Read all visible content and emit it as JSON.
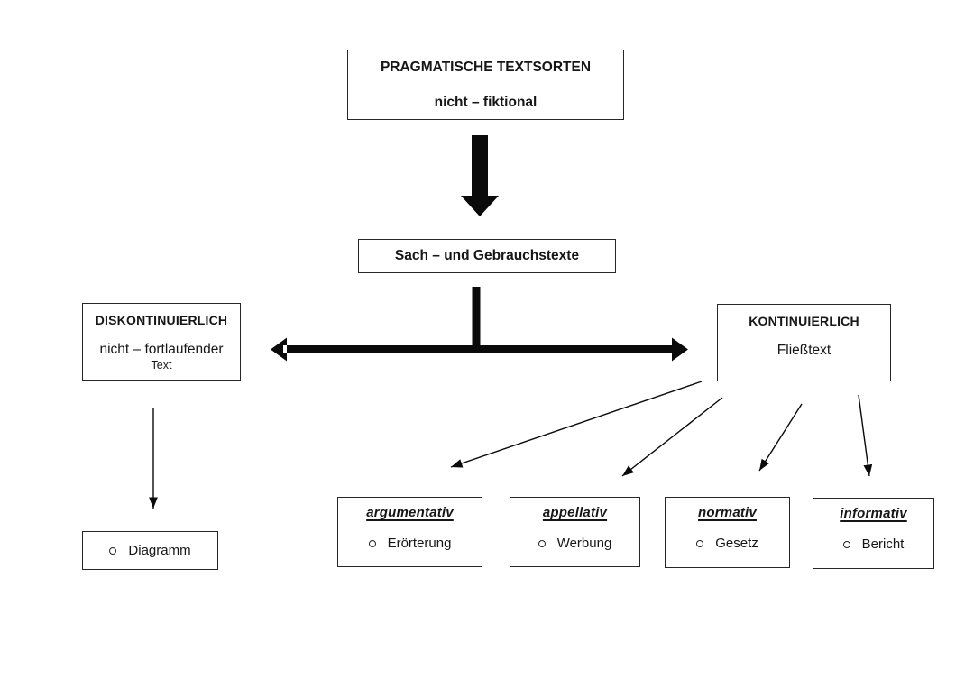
{
  "diagram": {
    "root": {
      "title": "PRAGMATISCHE TEXTSORTEN",
      "subtitle": "nicht – fiktional"
    },
    "level2": {
      "title": "Sach – und Gebrauchstexte"
    },
    "diskontinuierlich": {
      "title": "DISKONTINUIERLICH",
      "line2": "nicht – fortlaufender",
      "line3": "Text"
    },
    "kontinuierlich": {
      "title": "KONTINUIERLICH",
      "line2": "Fließtext"
    },
    "diagramm": {
      "label": "Diagramm"
    },
    "categories": [
      {
        "title": "argumentativ",
        "example": "Erörterung"
      },
      {
        "title": "appellativ",
        "example": "Werbung"
      },
      {
        "title": "normativ",
        "example": "Gesetz"
      },
      {
        "title": "informativ",
        "example": "Bericht"
      }
    ],
    "edges": [
      {
        "from": "pragmatische-textsorten",
        "to": "sach-und-gebrauchstexte",
        "style": "thick-down-arrow"
      },
      {
        "from": "sach-und-gebrauchstexte",
        "to": "diskontinuierlich",
        "style": "thick-double-headed-arrow"
      },
      {
        "from": "sach-und-gebrauchstexte",
        "to": "kontinuierlich",
        "style": "thick-double-headed-arrow"
      },
      {
        "from": "diskontinuierlich",
        "to": "diagramm",
        "style": "thin-arrow"
      },
      {
        "from": "kontinuierlich",
        "to": "argumentativ",
        "style": "thin-arrow"
      },
      {
        "from": "kontinuierlich",
        "to": "appellativ",
        "style": "thin-arrow"
      },
      {
        "from": "kontinuierlich",
        "to": "normativ",
        "style": "thin-arrow"
      },
      {
        "from": "kontinuierlich",
        "to": "informativ",
        "style": "thin-arrow"
      }
    ],
    "icons": {
      "bullet": "circle-outline-bullet"
    },
    "colors": {
      "ink": "#161616",
      "border": "#262626",
      "arrow": "#0a0a0a",
      "background": "#ffffff"
    }
  }
}
